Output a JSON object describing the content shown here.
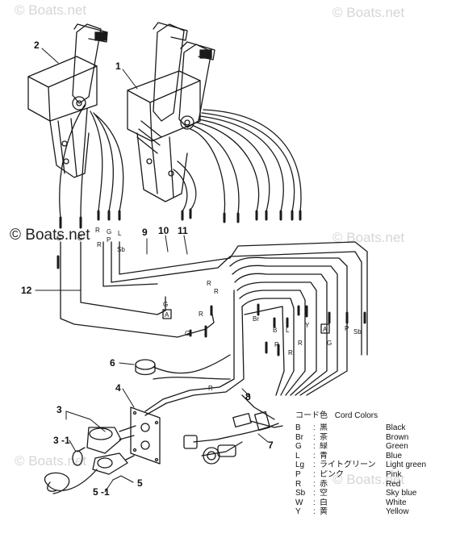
{
  "watermarks": {
    "top_left": "© Boats.net",
    "top_right": "© Boats.net",
    "mid_left": "© Boats.net",
    "mid_right": "© Boats.net",
    "bottom_left": "© Boats.net",
    "bottom_right": "© Boats.net"
  },
  "callouts": {
    "c1": "1",
    "c2": "2",
    "c3": "3",
    "c3_1": "3 -1",
    "c4": "4",
    "c5": "5",
    "c5_1": "5 -1",
    "c6": "6",
    "c7": "7",
    "c8": "8",
    "c9": "9",
    "c10": "10",
    "c11": "11",
    "c12": "12"
  },
  "wire_tags": {
    "g1": "G",
    "g2": "G",
    "r1": "R",
    "r2": "R",
    "g3": "G",
    "p1": "P",
    "l1": "L",
    "sb1": "Sb",
    "g_box": "G",
    "box_a1": "A",
    "g_mid": "G",
    "r_mid1": "R",
    "r_mid2": "R",
    "r_mid3": "R",
    "br1": "Br",
    "b1": "B",
    "l2": "L",
    "r_right1": "R",
    "y1": "Y",
    "box_a2": "A",
    "g_right": "G",
    "p_right": "P",
    "sb_right": "Sb",
    "r_low1": "R",
    "r_low2": "R",
    "r_harn": "R"
  },
  "legend": {
    "header_jp": "コード色",
    "header_en": "Cord Colors",
    "rows": [
      {
        "code": "B",
        "jp": "黒",
        "en": "Black"
      },
      {
        "code": "Br",
        "jp": "茶",
        "en": "Brown"
      },
      {
        "code": "G",
        "jp": "緑",
        "en": "Green"
      },
      {
        "code": "L",
        "jp": "青",
        "en": "Blue"
      },
      {
        "code": "Lg",
        "jp": "ライトグリーン",
        "en": "Light green"
      },
      {
        "code": "P",
        "jp": "ピンク",
        "en": "Pink"
      },
      {
        "code": "R",
        "jp": "赤",
        "en": "Red"
      },
      {
        "code": "Sb",
        "jp": "空",
        "en": "Sky blue"
      },
      {
        "code": "W",
        "jp": "白",
        "en": "White"
      },
      {
        "code": "Y",
        "jp": "黄",
        "en": "Yellow"
      }
    ]
  }
}
